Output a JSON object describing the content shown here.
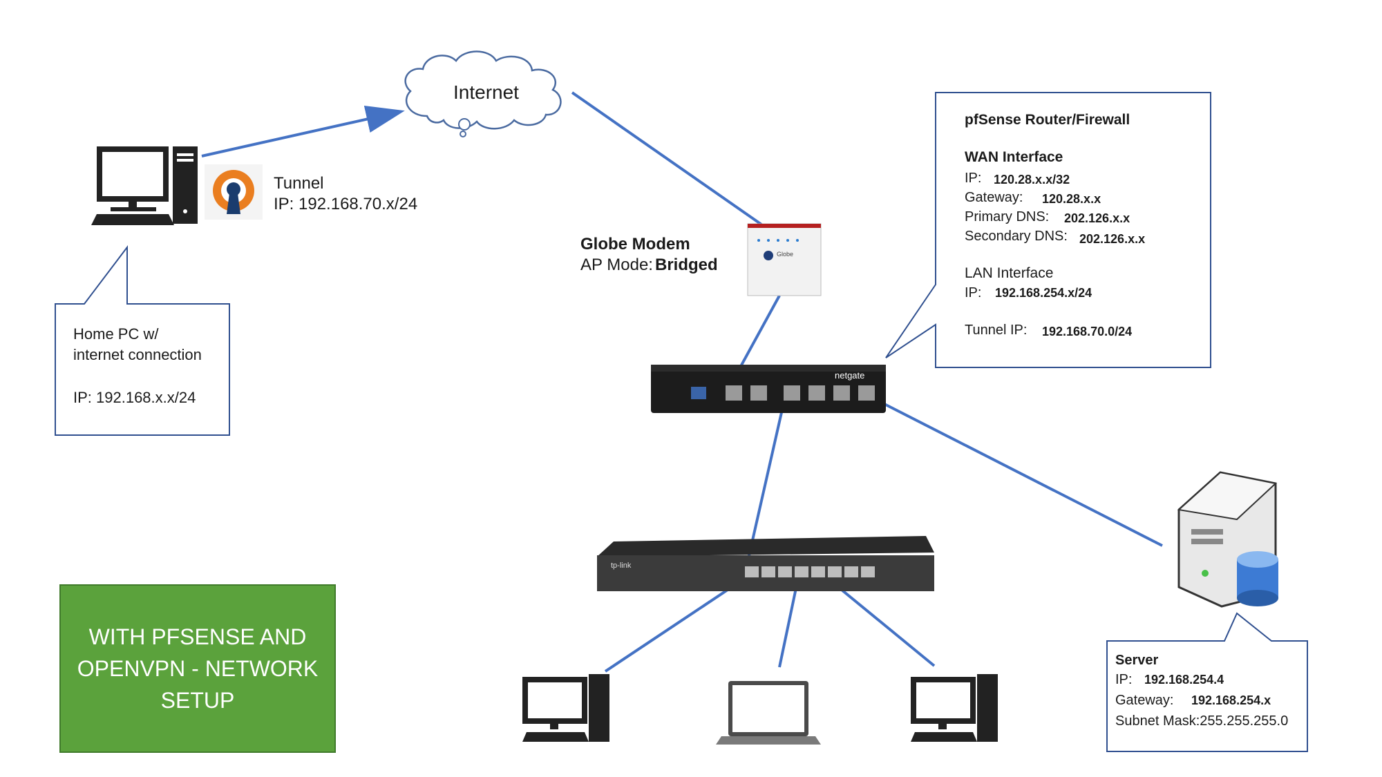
{
  "internet": {
    "label": "Internet"
  },
  "tunnel": {
    "title": "Tunnel",
    "ip": "IP: 192.168.70.x/24"
  },
  "home_pc": {
    "line1": "Home PC w/",
    "line2": "internet connection",
    "ip": "IP: 192.168.x.x/24"
  },
  "modem": {
    "name": "Globe Modem",
    "mode_label": "AP Mode:",
    "mode_value": "Bridged",
    "brand": "Globe"
  },
  "pfsense": {
    "title": "pfSense Router/Firewall",
    "wan_title": "WAN Interface",
    "wan_ip_label": "IP:",
    "wan_ip": "120.28.x.x/32",
    "wan_gw_label": "Gateway:",
    "wan_gw": "120.28.x.x",
    "dns1_label": "Primary DNS:",
    "dns1": "202.126.x.x",
    "dns2_label": "Secondary DNS:",
    "dns2": "202.126.x.x",
    "lan_title": "LAN Interface",
    "lan_ip_label": "IP:",
    "lan_ip": "192.168.254.x/24",
    "tunnel_label": "Tunnel IP:",
    "tunnel_ip": "192.168.70.0/24"
  },
  "router": {
    "brand": "netgate"
  },
  "switch": {
    "brand": "tp-link"
  },
  "server": {
    "title": "Server",
    "ip_label": "IP:",
    "ip": "192.168.254.4",
    "gw_label": "Gateway:",
    "gw": "192.168.254.x",
    "mask": "Subnet Mask:255.255.255.0"
  },
  "banner": {
    "text": "WITH PFSENSE AND OPENVPN - NETWORK SETUP"
  },
  "colors": {
    "link": "#4472c4",
    "callout_border": "#2f4f8f",
    "banner_bg": "#5ba23c"
  }
}
